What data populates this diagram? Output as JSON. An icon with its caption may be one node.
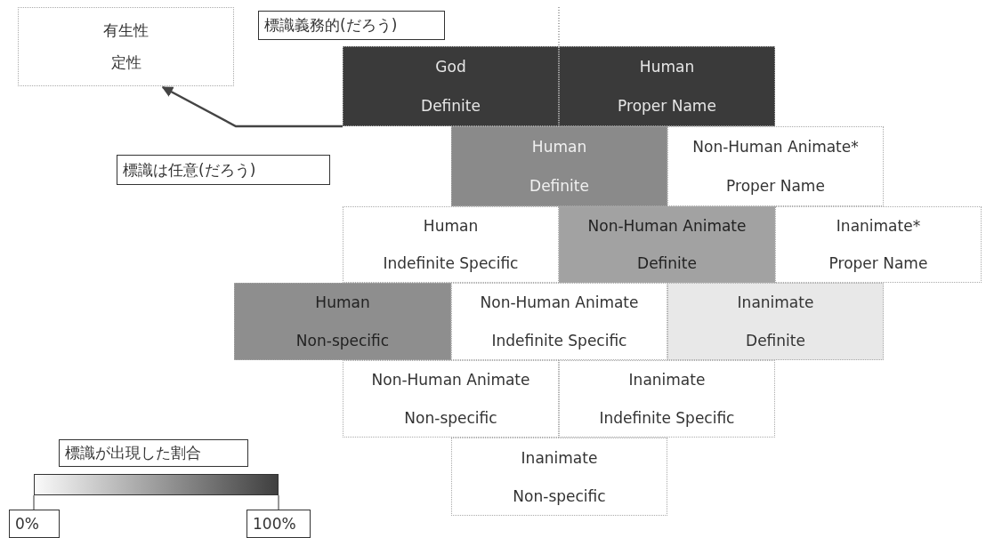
{
  "diagram": {
    "nodes": [
      {
        "text": [
          "有生性",
          "定性"
        ]
      },
      {
        "text": [
          "標識義務的(だろう)"
        ]
      },
      {
        "text": [
          "God",
          "Definite"
        ]
      },
      {
        "text": [
          "Human",
          "Proper Name"
        ]
      },
      {
        "text": [
          "標識は任意(だろう)"
        ]
      },
      {
        "text": [
          "Human",
          "Definite"
        ]
      },
      {
        "text": [
          "Non-Human Animate*",
          "Proper Name"
        ]
      },
      {
        "text": [
          "Human",
          "Indefinite Specific"
        ]
      },
      {
        "text": [
          "Non-Human Animate",
          "Definite"
        ]
      },
      {
        "text": [
          "Inanimate*",
          "Proper Name"
        ]
      },
      {
        "text": [
          "Human",
          "Non-specific"
        ]
      },
      {
        "text": [
          "Non-Human Animate",
          "Indefinite Specific"
        ]
      },
      {
        "text": [
          "Inanimate",
          "Definite"
        ]
      },
      {
        "text": [
          "Non-Human Animate",
          "Non-specific"
        ]
      },
      {
        "text": [
          "Inanimate",
          "Indefinite Specific"
        ]
      },
      {
        "text": [
          "Inanimate",
          "Non-specific"
        ]
      },
      {
        "text": [
          "標識が出現した割合"
        ]
      },
      {
        "text": [],
        "shape": "bar"
      },
      {
        "text": [
          "0%"
        ]
      },
      {
        "text": [
          "100%"
        ]
      }
    ],
    "edges": [
      {
        "from": 2,
        "to": 0,
        "arrow": "to"
      },
      {
        "from": 17,
        "to": 18,
        "arrow": "none"
      },
      {
        "from": 17,
        "to": 19,
        "arrow": "none"
      }
    ]
  }
}
